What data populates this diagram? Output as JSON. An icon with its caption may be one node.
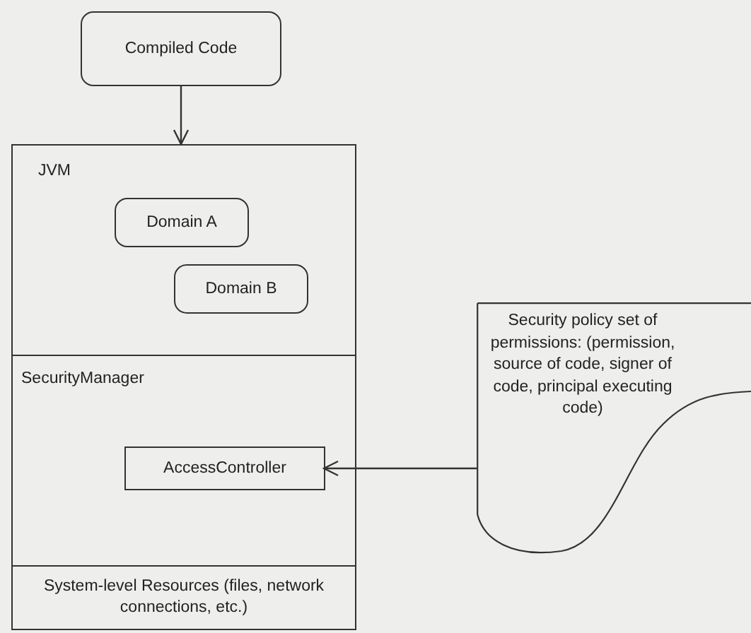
{
  "diagram": {
    "nodes": [
      {
        "text": [
          "Compiled Code"
        ]
      },
      {
        "text": [
          "JVM"
        ]
      },
      {
        "text": [
          "Domain A"
        ],
        "in": 1
      },
      {
        "text": [
          "Domain B"
        ],
        "in": 1
      },
      {
        "text": [
          "SecurityManager"
        ]
      },
      {
        "text": [
          "AccessController"
        ],
        "in": 4
      },
      {
        "text": [
          "System-level Resources (files, network connections, etc.)"
        ]
      },
      {
        "text": [
          "Security policy set of permissions: (permission, source of code, signer of code, principal executing code)"
        ]
      }
    ],
    "edges": [
      {
        "from": 0,
        "to": 1,
        "arrow": "to"
      },
      {
        "from": 7,
        "to": 5,
        "arrow": "to"
      }
    ]
  }
}
